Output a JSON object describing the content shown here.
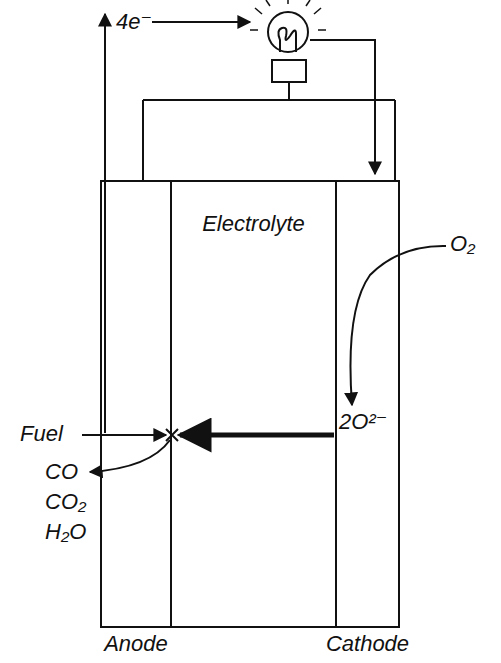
{
  "diagram": {
    "nodes": [
      {
        "text": [
          "Anode"
        ]
      },
      {
        "text": [
          "Electrolyte"
        ]
      },
      {
        "text": [
          "Cathode"
        ]
      }
    ],
    "labels": [
      "4e⁻",
      "O₂",
      "Fuel",
      "2O²⁻",
      "CO",
      "CO₂",
      "H₂O"
    ]
  }
}
